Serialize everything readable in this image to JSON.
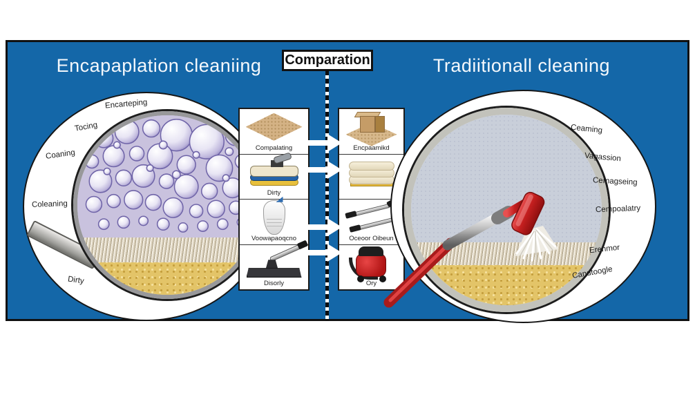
{
  "titles": {
    "left": "Encapaplation cleaniing",
    "center": "Comparation",
    "right": "Tradiitionall cleaning"
  },
  "left_circle": {
    "description": "magnified encapsulation bubbles over carpet fibers",
    "labels": [
      "Encarteping",
      "Tocing",
      "Coaning",
      "Coleaning",
      "Dirty"
    ]
  },
  "left_strip": {
    "items": [
      {
        "icon": "carpet-swatch-icon",
        "label": "Compalating"
      },
      {
        "icon": "cleaning-pad-icon",
        "label": "Dirty"
      },
      {
        "icon": "spray-bottle-icon",
        "label": "Voowapaoqcno"
      },
      {
        "icon": "vacuum-head-icon",
        "label": "Disorly"
      }
    ]
  },
  "right_strip": {
    "items": [
      {
        "icon": "cardboard-box-icon",
        "label": "Encpaamikd"
      },
      {
        "icon": "folded-towels-icon",
        "label": ""
      },
      {
        "icon": "vacuum-wand-icon",
        "label": "Oceoor Oibeun"
      },
      {
        "icon": "vacuum-cleaner-icon",
        "label": "Ory"
      }
    ]
  },
  "right_circle": {
    "description": "carpet surface scrubbed by red brush tool",
    "labels": [
      "Ceaming",
      "Vagassion",
      "Cemagseing",
      "Cempoalatry",
      "Erenmor",
      "Candtoogle"
    ]
  },
  "colors": {
    "panel_blue": "#1467a8",
    "bubble_purple": "#6f64a8",
    "tool_red": "#c42424",
    "carpet_yellow": "#e3c468"
  }
}
